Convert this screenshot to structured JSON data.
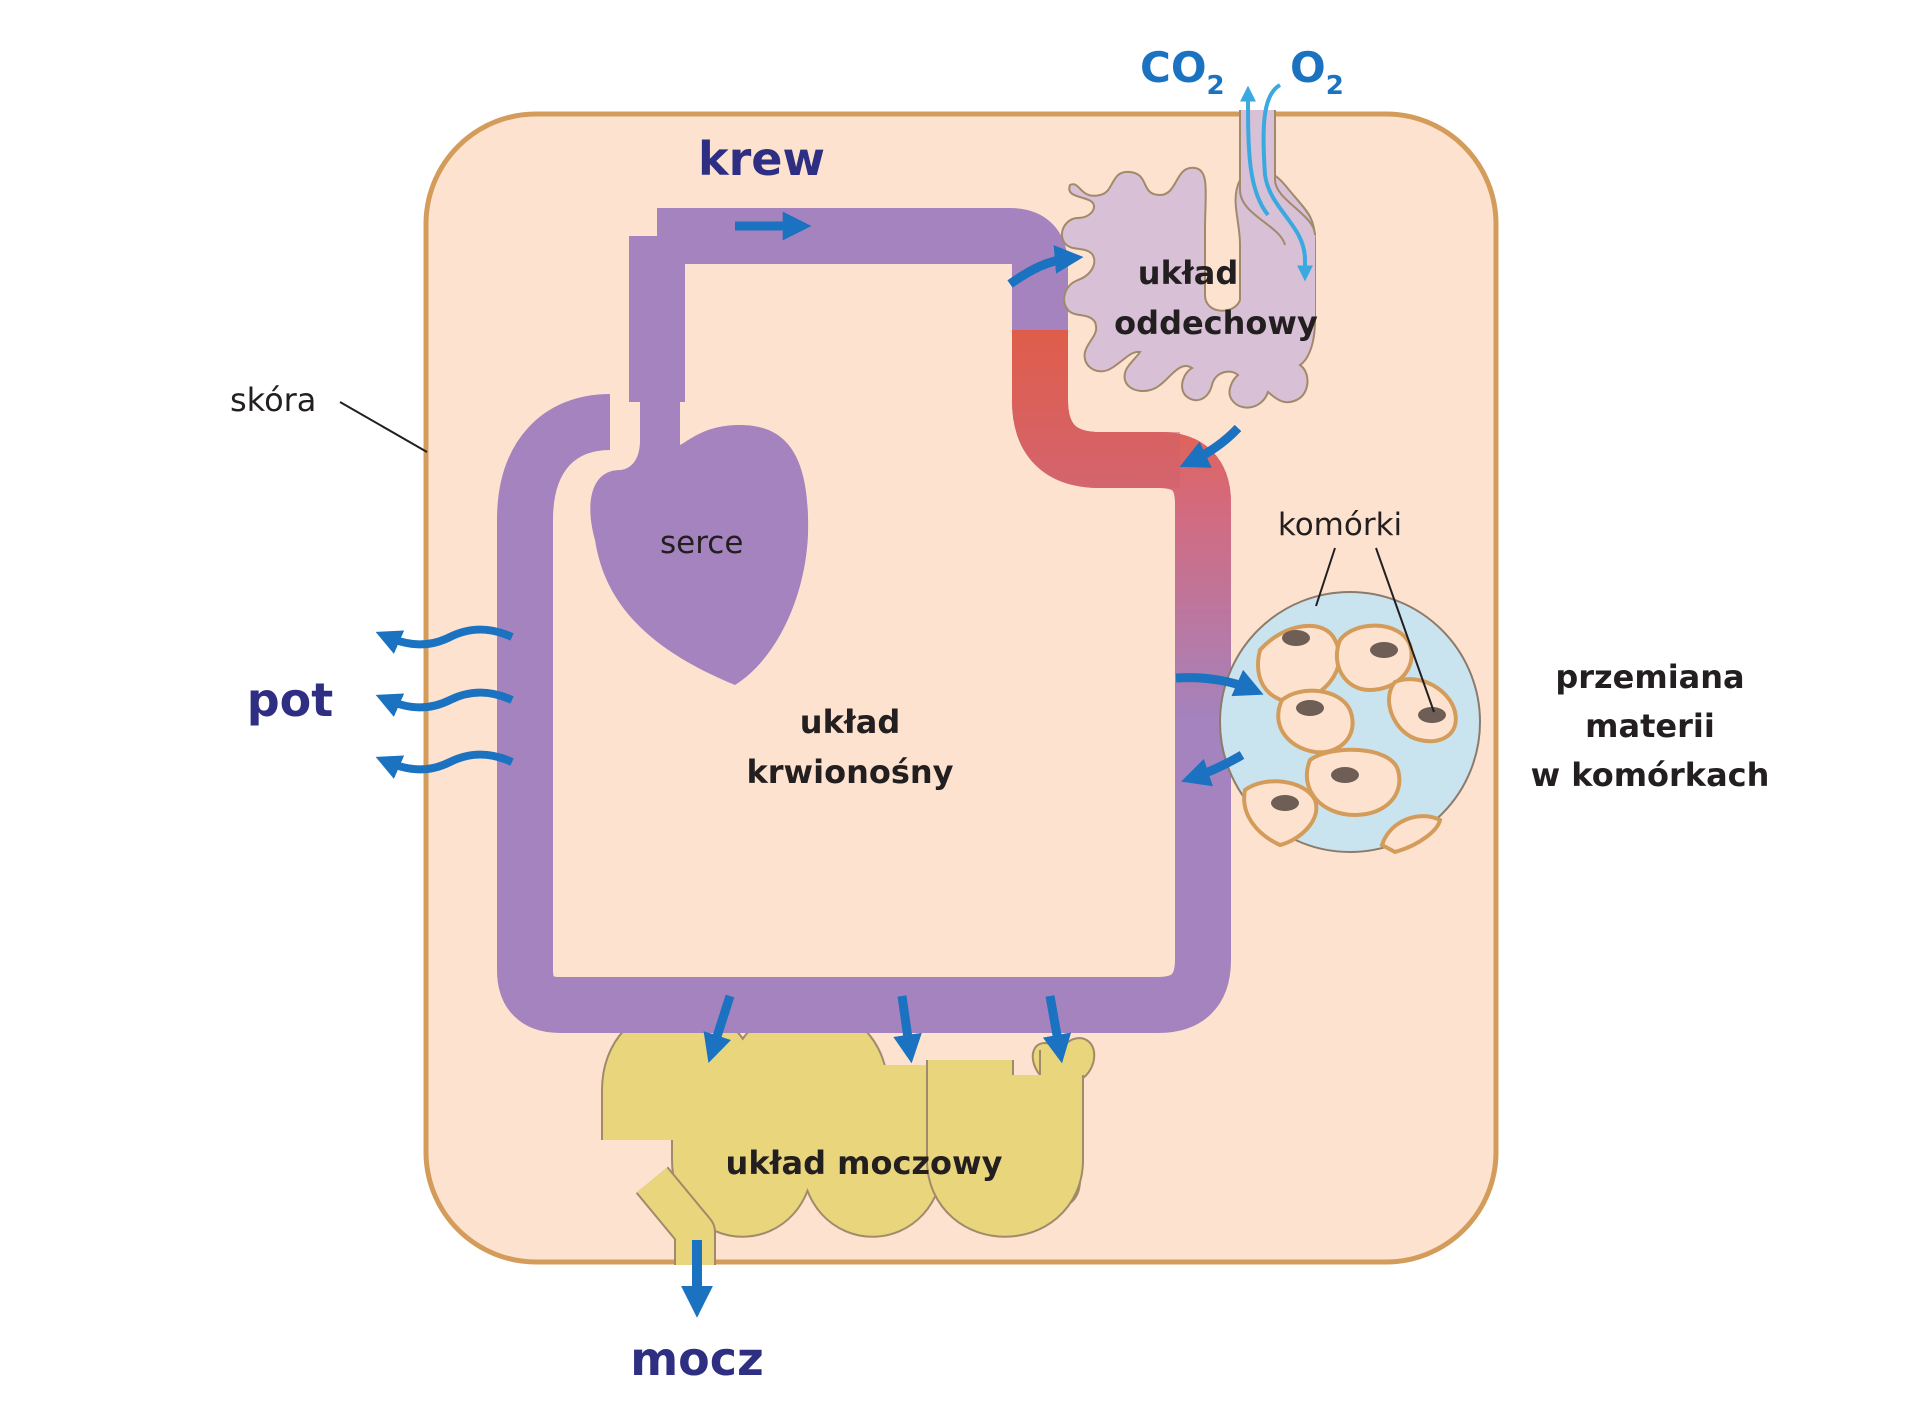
{
  "labels": {
    "krew": "krew",
    "skora": "skóra",
    "serce": "serce",
    "uklad_krwionosny": [
      "układ",
      "krwionośny"
    ],
    "uklad_oddechowy": [
      "układ",
      "oddechowy"
    ],
    "komorki": "komórki",
    "przemiana_materii": [
      "przemiana",
      "materii",
      "w komórkach"
    ],
    "pot": "pot",
    "uklad_moczowy": "układ moczowy",
    "mocz": "mocz",
    "co2": "CO",
    "co2_sub": "2",
    "o2": "O",
    "o2_sub": "2"
  },
  "colors": {
    "skin_fill": "#fde3cf",
    "skin_border": "#d49c5b",
    "vessel": "#a483be",
    "vessel_oxygenated": "#ef5a24",
    "lungs": "#d8c0d6",
    "urinary": "#e8d57c",
    "cells_bg": "#c9e3ef",
    "arrow": "#1a72c0",
    "gas_arrow": "#3aa9e0",
    "label_navy": "#2e2f82"
  },
  "icons": {
    "heart": "heart-shape",
    "lungs": "lungs-shape",
    "cells": "cells-circle"
  }
}
